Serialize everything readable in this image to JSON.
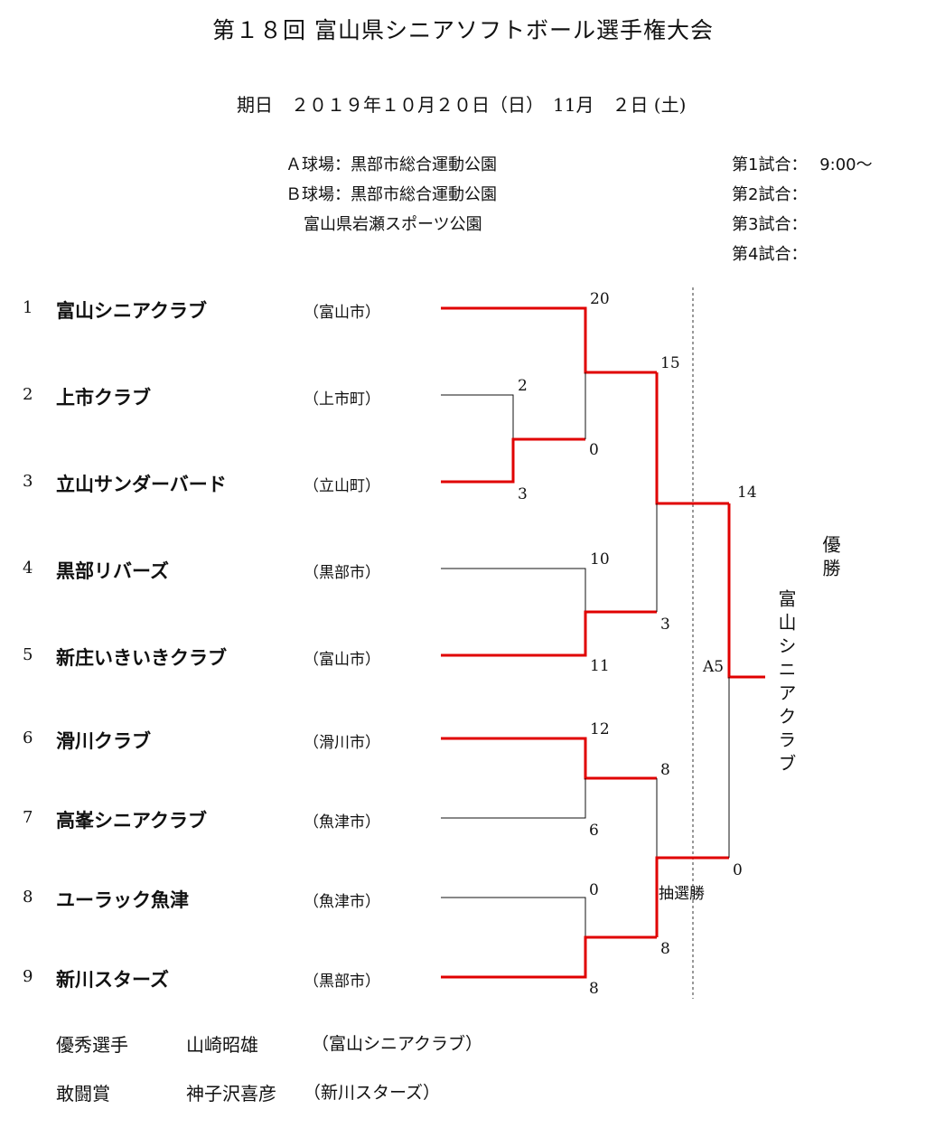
{
  "header": {
    "title": "第１８回 富山県シニアソフトボール選手権大会",
    "date": "期日　２０１９年１０月２０日（日）　11月　２日 (土)"
  },
  "venues": [
    "Ａ球場：黒部市総合運動公園",
    "Ｂ球場：黒部市総合運動公園",
    "富山県岩瀬スポーツ公園"
  ],
  "schedule": [
    {
      "label": "第1試合：",
      "time": "9:00〜"
    },
    {
      "label": "第2試合：",
      "time": ""
    },
    {
      "label": "第3試合：",
      "time": ""
    },
    {
      "label": "第4試合：",
      "time": ""
    }
  ],
  "teams": [
    {
      "num": "1",
      "name": "富山シニアクラブ",
      "city": "（富山市）"
    },
    {
      "num": "2",
      "name": "上市クラブ",
      "city": "（上市町）"
    },
    {
      "num": "3",
      "name": "立山サンダーバード",
      "city": "（立山町）"
    },
    {
      "num": "4",
      "name": "黒部リバーズ",
      "city": "（黒部市）"
    },
    {
      "num": "5",
      "name": "新庄いきいきクラブ",
      "city": "（富山市）"
    },
    {
      "num": "6",
      "name": "滑川クラブ",
      "city": "（滑川市）"
    },
    {
      "num": "7",
      "name": "高峯シニアクラブ",
      "city": "（魚津市）"
    },
    {
      "num": "8",
      "name": "ユーラック魚津",
      "city": "（魚津市）"
    },
    {
      "num": "9",
      "name": "新川スターズ",
      "city": "（黒部市）"
    }
  ],
  "scores": {
    "m1_top": "20",
    "m1_bot": "0",
    "m0_top": "2",
    "m0_bot": "3",
    "m2_top": "10",
    "m2_bot": "11",
    "m3_top": "12",
    "m3_bot": "6",
    "m4_top": "0",
    "m4_bot": "8",
    "s1_top": "15",
    "s1_bot": "3",
    "s2_top": "8",
    "s2_bot": "8",
    "s2_note": "抽選勝",
    "f_top": "14",
    "f_bot": "0",
    "court": "A5"
  },
  "champion": {
    "label": "優勝",
    "team": "富山シニアクラブ"
  },
  "awards": [
    {
      "title": "優秀選手",
      "name": "山崎昭雄",
      "team": "（富山シニアクラブ）"
    },
    {
      "title": "敢闘賞",
      "name": "神子沢喜彦",
      "team": "（新川スターズ）"
    }
  ]
}
